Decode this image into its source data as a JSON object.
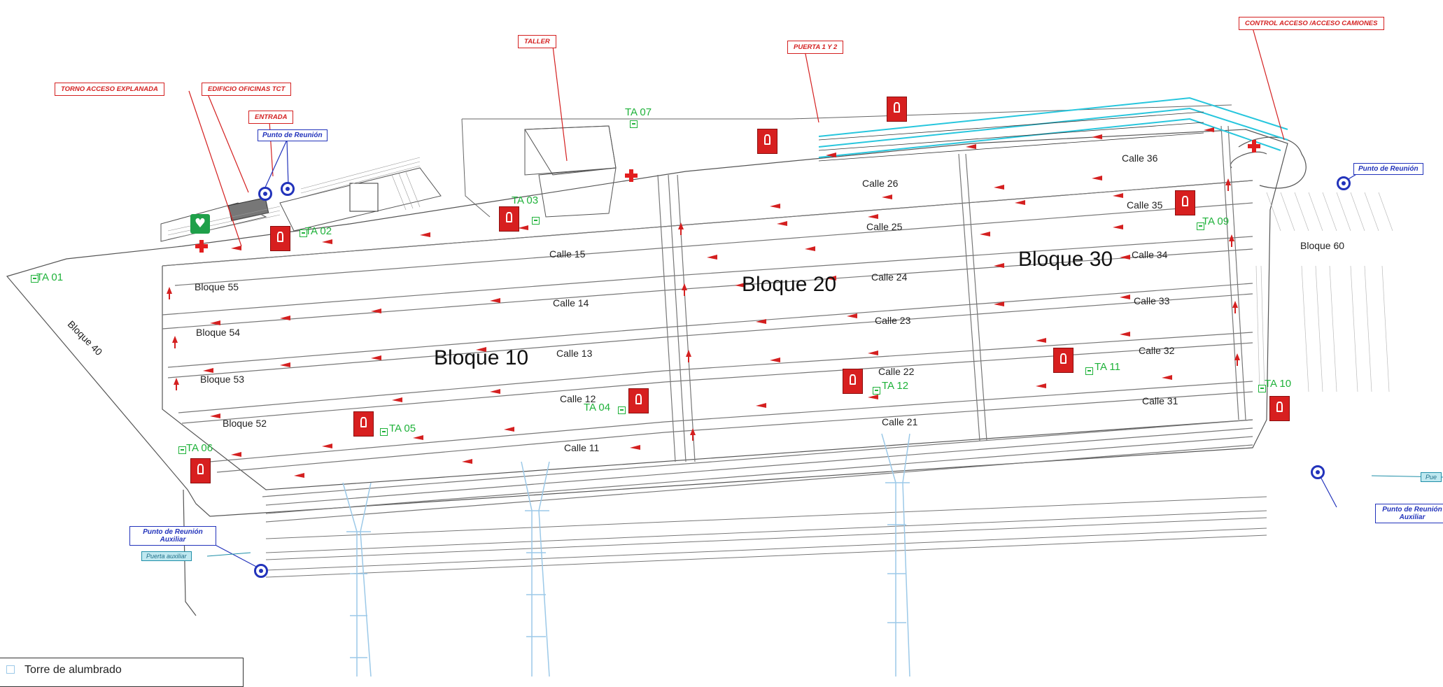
{
  "callouts": {
    "torno": "TORNO ACCESO EXPLANADA",
    "edificio": "EDIFICIO OFICINAS TCT",
    "entrada": "ENTRADA",
    "taller": "TALLER",
    "puerta": "PUERTA 1 Y 2",
    "control": "CONTROL ACCESO /ACCESO CAMIONES",
    "punto_reunion_1": "Punto de Reunión",
    "punto_reunion_2": "Punto de Reunión",
    "punto_reunion_aux_left": "Punto de Reunión Auxiliar",
    "puerta_auxiliar": "Puerta auxiliar",
    "punto_reunion_aux_right": "Punto de Reunión Auxiliar",
    "pue_right": "Pue"
  },
  "blocks": {
    "b10": "Bloque 10",
    "b20": "Bloque 20",
    "b30": "Bloque 30",
    "b40": "Bloque 40",
    "b52": "Bloque 52",
    "b53": "Bloque 53",
    "b54": "Bloque 54",
    "b55": "Bloque 55",
    "b60": "Bloque 60"
  },
  "streets": {
    "c11": "Calle 11",
    "c12": "Calle 12",
    "c13": "Calle 13",
    "c14": "Calle 14",
    "c15": "Calle 15",
    "c21": "Calle 21",
    "c22": "Calle 22",
    "c23": "Calle 23",
    "c24": "Calle 24",
    "c25": "Calle 25",
    "c26": "Calle 26",
    "c31": "Calle 31",
    "c32": "Calle 32",
    "c33": "Calle 33",
    "c34": "Calle 34",
    "c35": "Calle 35",
    "c36": "Calle 36"
  },
  "ta": {
    "ta01": "TA 01",
    "ta02": "TA 02",
    "ta03": "TA 03",
    "ta04": "TA 04",
    "ta05": "TA 05",
    "ta06": "TA 06",
    "ta07": "TA 07",
    "ta09": "TA 09",
    "ta10": "TA 10",
    "ta11": "TA 11",
    "ta12": "TA 12"
  },
  "legend": {
    "item": "Torre de alumbrado"
  },
  "colors": {
    "route_red": "#d42020",
    "assembly_blue": "#2233bb",
    "ta_green": "#1fb23a",
    "rail_cyan": "#27c6dd",
    "crane_blue": "#9cc9e8"
  }
}
